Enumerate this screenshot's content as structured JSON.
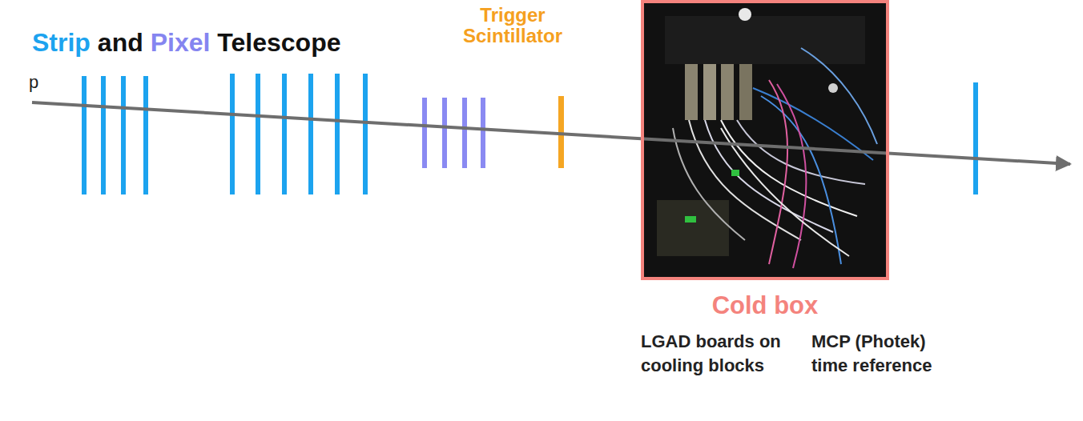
{
  "diagram": {
    "nodes": [
      {
        "text": [
          "Cold box"
        ]
      }
    ],
    "labels": [
      "Strip",
      "and",
      "Pixel",
      "Telescope",
      "Trigger Scintillator",
      "p",
      "LGAD boards on cooling blocks",
      "MCP (Photek) time reference"
    ]
  }
}
